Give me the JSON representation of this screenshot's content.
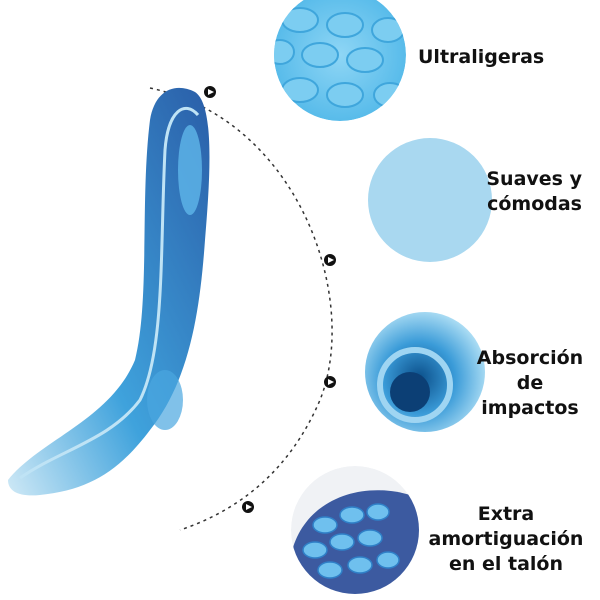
{
  "features": [
    {
      "line1": "Ultraligeras"
    },
    {
      "line1": "Suaves y",
      "line2": "cómodas"
    },
    {
      "line1": "Absorción",
      "line2": "de",
      "line3": "impactos"
    },
    {
      "line1": "Extra",
      "line2": "amortiguación",
      "line3": "en el talón"
    }
  ],
  "colors": {
    "accent": "#3aa3dd",
    "light": "#a9d8f0",
    "dark": "#1f5fa8"
  }
}
